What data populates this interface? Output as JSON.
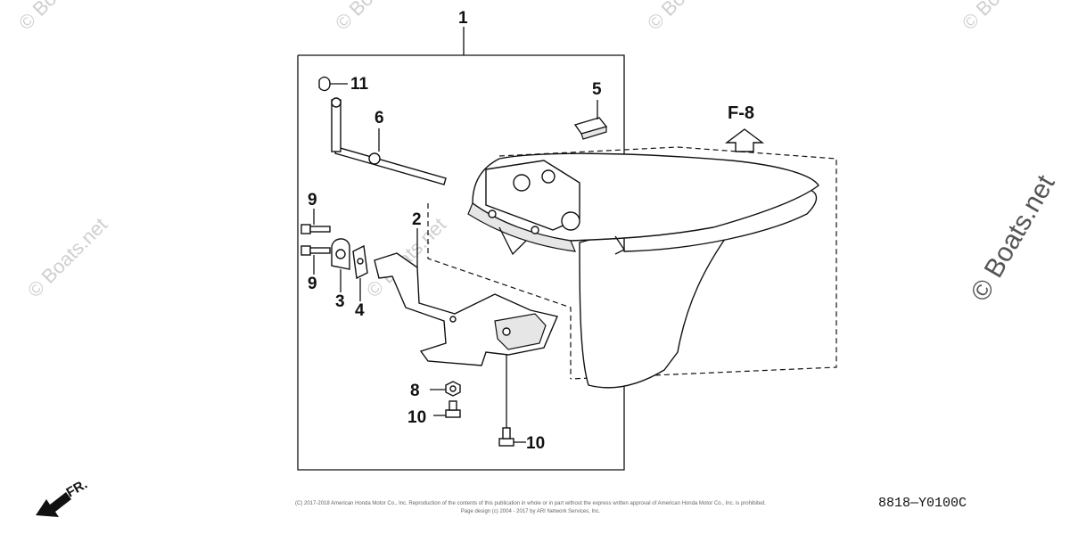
{
  "diagram": {
    "callouts": [
      {
        "id": "c1",
        "label": "1"
      },
      {
        "id": "c11",
        "label": "11"
      },
      {
        "id": "c6",
        "label": "6"
      },
      {
        "id": "c5",
        "label": "5"
      },
      {
        "id": "c9a",
        "label": "9"
      },
      {
        "id": "c9b",
        "label": "9"
      },
      {
        "id": "c2",
        "label": "2"
      },
      {
        "id": "c3",
        "label": "3"
      },
      {
        "id": "c4",
        "label": "4"
      },
      {
        "id": "c8",
        "label": "8"
      },
      {
        "id": "c10a",
        "label": "10"
      },
      {
        "id": "c10b",
        "label": "10"
      }
    ],
    "reference": "F-8",
    "front_label": "FR.",
    "code": "8818—Y0100C",
    "copyright_line1": "(C) 2017-2018 American Honda Motor Co., Inc. Reproduction of the contents of this publication in whole or in part without the express written approval of American Honda Motor Co., Inc. is prohibited.",
    "copyright_line2": "Page design (c) 2004 - 2017 by ARI Network Services, Inc.",
    "watermark": "© Boats.net"
  }
}
